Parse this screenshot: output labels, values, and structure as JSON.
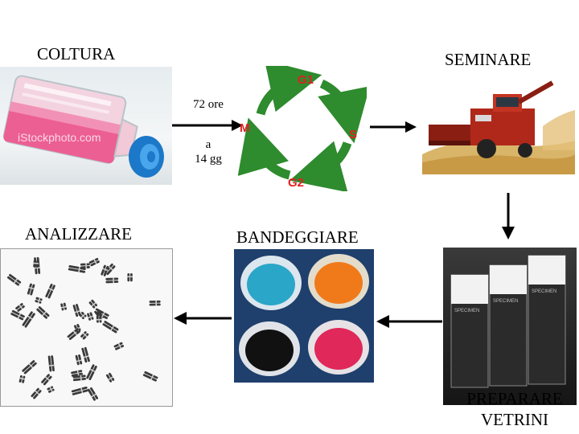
{
  "steps": {
    "coltura": "COLTURA",
    "seminare": "SEMINARE",
    "analizzare": "ANALIZZARE",
    "bandeggiare": "BANDEGGIARE",
    "preparare_vetrini": [
      "PREPARARE",
      "VETRINI"
    ]
  },
  "timing": {
    "hours": "72 ore",
    "a": "a",
    "days": "14 gg"
  },
  "cell_cycle": {
    "phases": [
      "G1",
      "S",
      "G2",
      "M"
    ],
    "arrow_color": "#2e8b2e",
    "label_color": "#e02020"
  },
  "culture_photo": {
    "watermark": "iStockphoto.com"
  },
  "slides": {
    "label": "SPECIMEN"
  },
  "dishes": {
    "colors": [
      "#2aa6c8",
      "#f07a1a",
      "#111111",
      "#e0285a"
    ]
  }
}
